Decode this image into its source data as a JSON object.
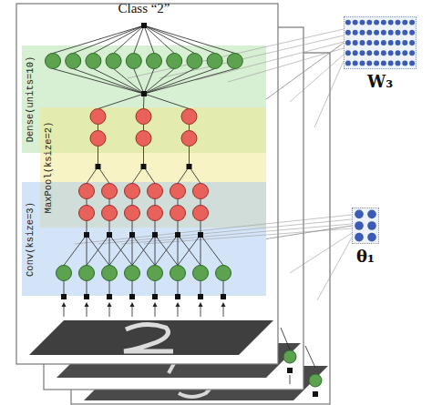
{
  "diagram": {
    "nodes": [
      {
        "text": [
          "Dense(units=10)"
        ]
      },
      {
        "text": [
          "MaxPool(ksize=2)"
        ]
      },
      {
        "text": [
          "Conv(ksize=3)"
        ]
      },
      {
        "text": [
          "W₃"
        ]
      },
      {
        "text": [
          "θ₁"
        ]
      }
    ],
    "edges": [
      {
        "from": 0,
        "to": 3,
        "arrow": "none"
      },
      {
        "from": 2,
        "to": 4,
        "arrow": "none"
      }
    ],
    "labels": [
      "Class “2”"
    ]
  }
}
